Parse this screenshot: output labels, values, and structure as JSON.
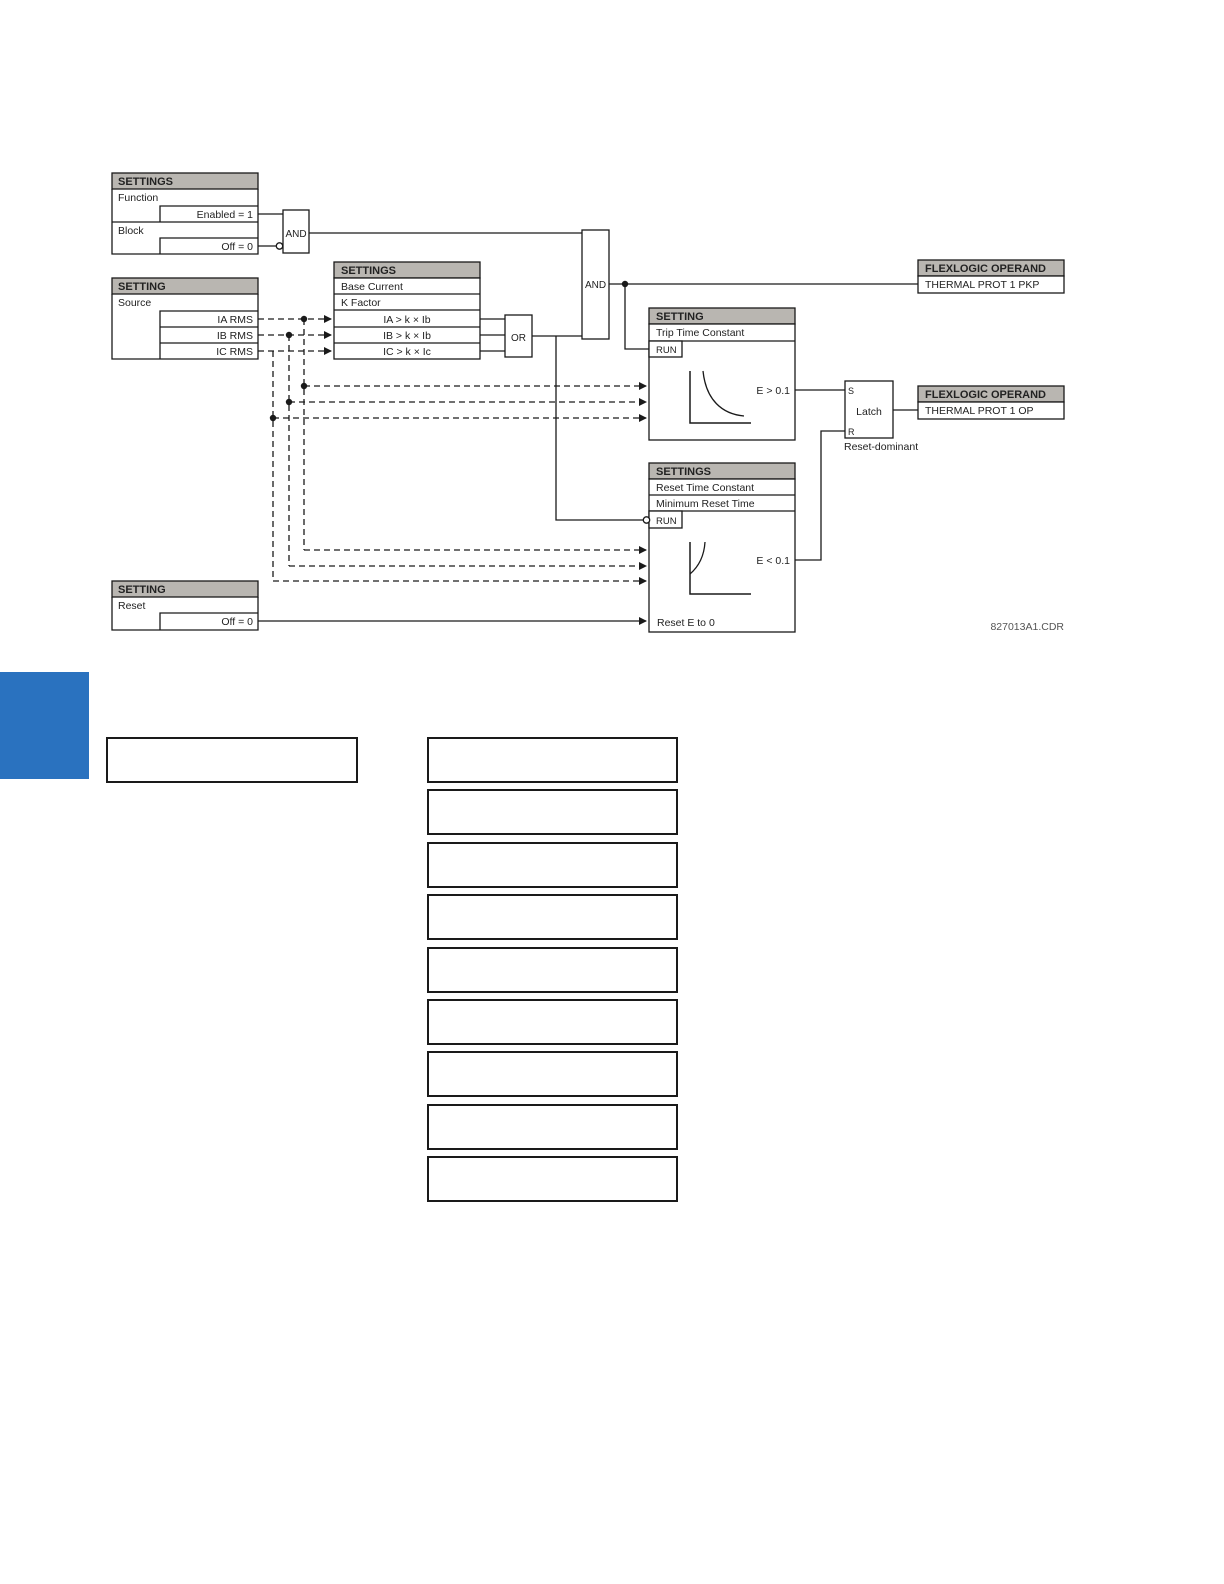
{
  "diagram": {
    "settings_function_block": {
      "header": "SETTINGS",
      "function_label": "Function",
      "function_value": "Enabled = 1",
      "block_label": "Block",
      "block_value": "Off = 0"
    },
    "source_block": {
      "header": "SETTING",
      "source_label": "Source",
      "ia": "IA RMS",
      "ib": "IB RMS",
      "ic": "IC RMS"
    },
    "base_current_block": {
      "header": "SETTINGS",
      "base_current": "Base Current",
      "k_factor": "K Factor",
      "cmp_a": "IA > k × Ib",
      "cmp_b": "IB > k × Ib",
      "cmp_c": "IC > k × Ic"
    },
    "gates": {
      "and1": "AND",
      "and2": "AND",
      "or": "OR"
    },
    "trip_block": {
      "header": "SETTING",
      "label": "Trip Time Constant",
      "run": "RUN",
      "output": "E > 0.1"
    },
    "reset_block": {
      "header": "SETTINGS",
      "label1": "Reset Time Constant",
      "label2": "Minimum Reset Time",
      "run": "RUN",
      "output": "E < 0.1",
      "reset_input": "Reset E to 0"
    },
    "latch": {
      "s": "S",
      "r": "R",
      "label": "Latch",
      "type": "Reset-dominant"
    },
    "operand_pkp": {
      "header": "FLEXLOGIC OPERAND",
      "value": "THERMAL PROT 1 PKP"
    },
    "operand_op": {
      "header": "FLEXLOGIC OPERAND",
      "value": "THERMAL PROT 1 OP"
    },
    "reset_setting": {
      "header": "SETTING",
      "label": "Reset",
      "value": "Off = 0"
    },
    "figure_code": "827013A1.CDR"
  },
  "colors": {
    "header_fill": "#b9b6b1",
    "side_tab": "#2a72bf",
    "line": "#1a1a1a"
  }
}
